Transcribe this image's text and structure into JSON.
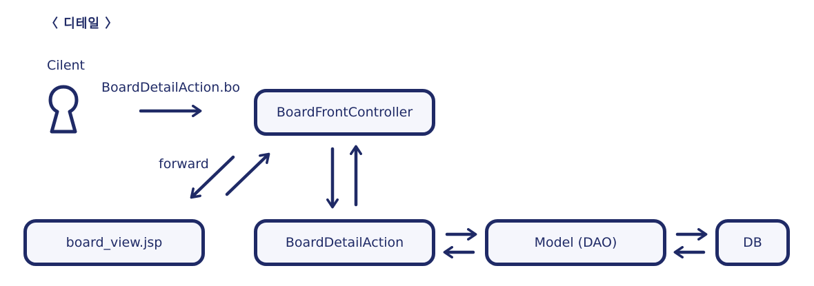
{
  "title": "〈 디테일 〉",
  "client": {
    "label": "Cilent",
    "icon": "keyhole-user-icon"
  },
  "request": {
    "label": "BoardDetailAction.bo"
  },
  "forward": {
    "label": "forward"
  },
  "nodes": {
    "front_controller": "BoardFrontController",
    "view": "board_view.jsp",
    "action": "BoardDetailAction",
    "model": "Model (DAO)",
    "db": "DB"
  },
  "colors": {
    "stroke": "#1f2a66",
    "node_fill": "#f5f6fc"
  }
}
